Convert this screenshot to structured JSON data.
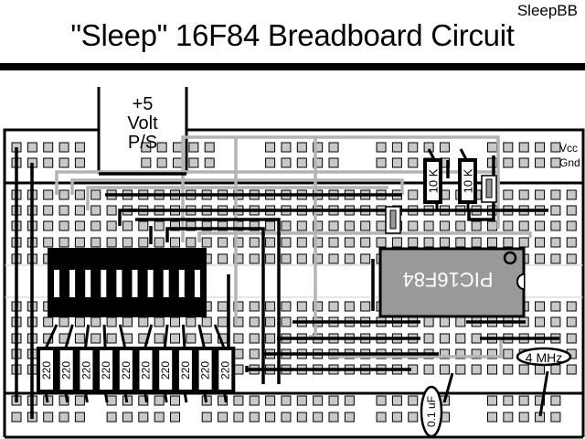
{
  "header": {
    "tag": "SleepBB",
    "title": "\"Sleep\" 16F84 Breadboard Circuit"
  },
  "power_supply": {
    "lines": [
      "+5",
      "Volt",
      "P/S"
    ]
  },
  "rails": {
    "top_label_1": "Vcc",
    "top_label_2": "Gnd"
  },
  "components": {
    "mcu_label": "PIC16F84",
    "led_bargraph_segments": 10,
    "pullup_resistors": [
      {
        "label": "10 K"
      },
      {
        "label": "10 K"
      }
    ],
    "led_resistors": [
      {
        "label": "220"
      },
      {
        "label": "220"
      },
      {
        "label": "220"
      },
      {
        "label": "220"
      },
      {
        "label": "220"
      },
      {
        "label": "220"
      },
      {
        "label": "220"
      },
      {
        "label": "220"
      },
      {
        "label": "220"
      },
      {
        "label": "220"
      }
    ],
    "crystal_label": "4 MHz",
    "capacitor_label": "0.1 uF"
  },
  "colors": {
    "hole_fill": "#c8c8c8",
    "wire_black": "#000000",
    "wire_gray": "#b4b4b4",
    "ic_body": "#999999",
    "board_bg": "#ffffff"
  }
}
